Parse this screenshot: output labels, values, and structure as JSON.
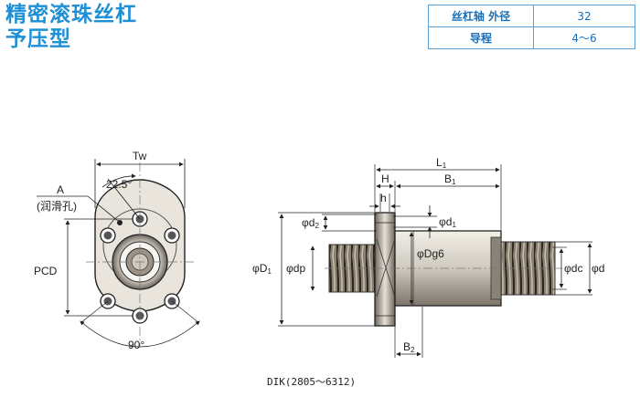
{
  "title": {
    "line1": "精密滚珠丝杠",
    "line2": "予压型"
  },
  "spec_table": [
    {
      "label": "丝杠轴 外径",
      "value": "32"
    },
    {
      "label": "导程",
      "value": "4～6"
    }
  ],
  "front_view": {
    "tw": "Tw",
    "angle_top": "22.5°",
    "hole_a": "A",
    "hole_a_note": "(润滑孔)",
    "pcd": "PCD",
    "angle_bottom": "90°"
  },
  "side_view": {
    "l1": "L",
    "l1_sub": "1",
    "h": "H",
    "b1": "B",
    "b1_sub": "1",
    "h_small": "h",
    "d2": "φd",
    "d2_sub": "2",
    "d1": "φd",
    "d1_sub": "1",
    "D1": "φD",
    "D1_sub": "1",
    "dp": "φdp",
    "dg6": "φDg6",
    "dc": "φdc",
    "d": "φd",
    "b2": "B",
    "b2_sub": "2"
  },
  "caption": "DIK(2805～6312)"
}
